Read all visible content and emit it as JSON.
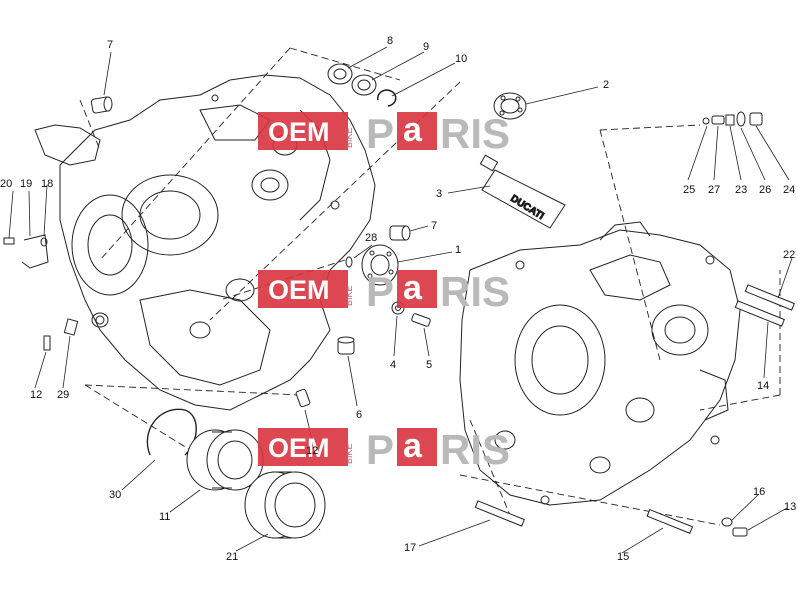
{
  "diagram": {
    "callouts": [
      "1",
      "2",
      "3",
      "4",
      "5",
      "6",
      "7",
      "7",
      "8",
      "9",
      "10",
      "11",
      "12",
      "12",
      "13",
      "14",
      "15",
      "16",
      "17",
      "18",
      "19",
      "20",
      "21",
      "22",
      "23",
      "24",
      "25",
      "26",
      "27",
      "28",
      "29",
      "30"
    ],
    "watermark": {
      "oem": "OEM",
      "bike": "BIKE",
      "parts_pre": "P",
      "parts_a": "a",
      "parts_post": "RIS"
    },
    "tube_label": "DUCATI",
    "colors": {
      "line": "#222222",
      "watermark_red": "#d9333f",
      "watermark_gray": "#bdbdbd",
      "background": "#ffffff"
    }
  }
}
